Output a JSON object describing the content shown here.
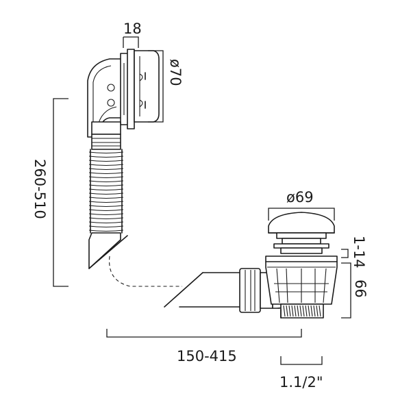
{
  "diagram": {
    "dimensions": {
      "overflow_depth": "18",
      "overflow_diameter": "ø70",
      "vertical_length": "260-510",
      "waste_diameter": "ø69",
      "plug_travel": "1-14",
      "waste_height": "66",
      "horizontal_length": "150-415",
      "thread_size": "1.1/2\""
    }
  }
}
